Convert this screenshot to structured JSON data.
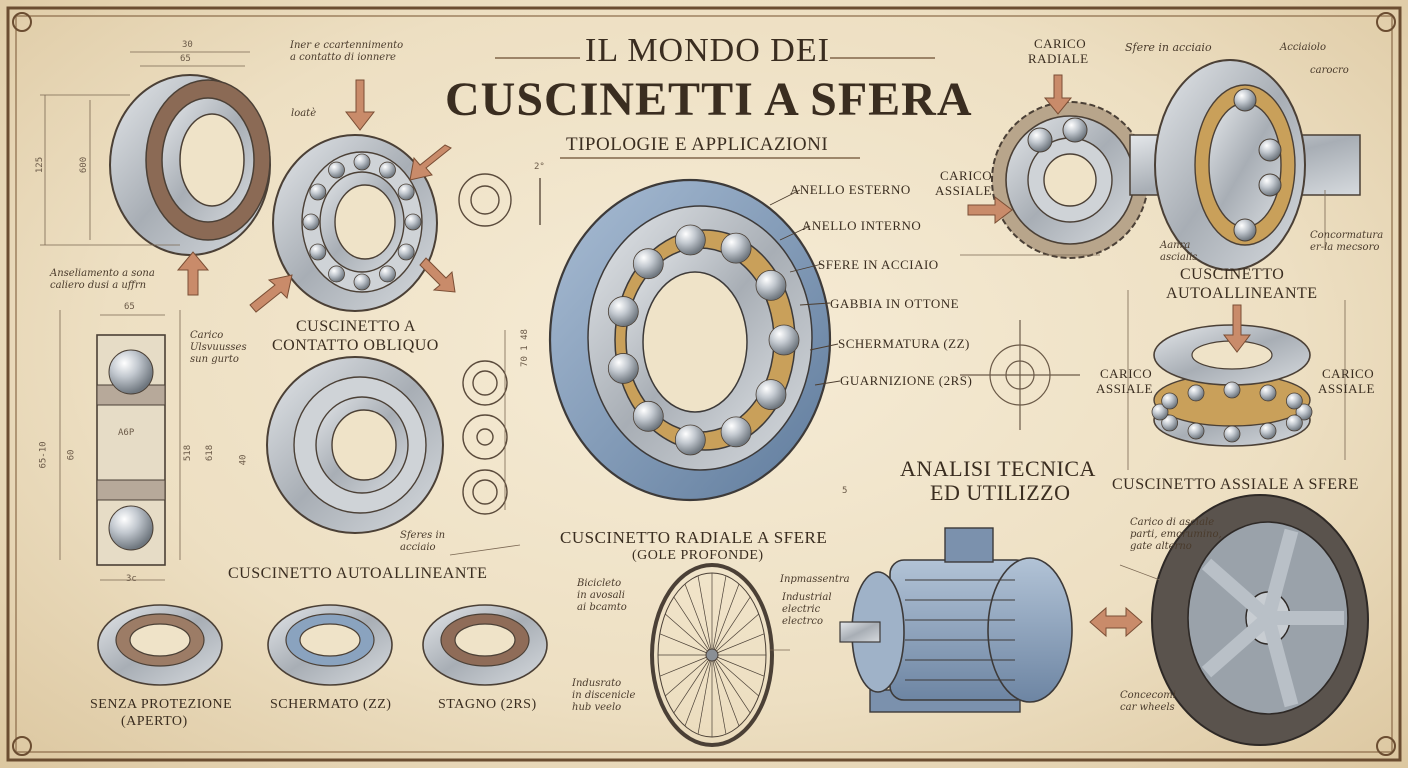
{
  "title": {
    "line1": "IL MONDO DEI",
    "line2": "CUSCINETTI A SFERA",
    "subtitle": "TIPOLOGIE E APPLICAZIONI"
  },
  "center_diagram": {
    "labels": [
      "ANELLO ESTERNO",
      "ANELLO INTERNO",
      "SFERE IN ACCIAIO",
      "GABBIA IN OTTONE",
      "SCHERMATURA (ZZ)",
      "GUARNIZIONE (2RS)"
    ],
    "caption_line1": "CUSCINETTO RADIALE A SFERE",
    "caption_line2": "(GOLE PROFONDE)"
  },
  "section_labels": {
    "obliquo_line1": "CUSCINETTO A",
    "obliquo_line2": "CONTATTO OBLIQUO",
    "autoallineante_left": "CUSCINETTO AUTOALLINEANTE",
    "autoallineante_right_line1": "CUSCINETTO",
    "autoallineante_right_line2": "AUTOALLINEANTE",
    "assiale": "CUSCINETTO ASSIALE A SFERE",
    "analisi_line1": "ANALISI TECNICA",
    "analisi_line2": "ED UTILIZZO",
    "carico_radiale_line1": "CARICO",
    "carico_radiale_line2": "RADIALE",
    "carico_assiale_line1": "CARICO",
    "carico_assiale_line2": "ASSIALE"
  },
  "bottom_types": [
    {
      "line1": "SENZA PROTEZIONE",
      "line2": "(APERTO)"
    },
    {
      "line1": "SCHERMATO (ZZ)",
      "line2": ""
    },
    {
      "line1": "STAGNO (2RS)",
      "line2": ""
    }
  ],
  "handwritten": {
    "top_note": "Iner e ccartennimento\na contatto di ionnere",
    "loate": "loatè",
    "left_note": "Anseliamento a sona\ncaliero dusi a uffrn",
    "carico_note": "Carico\nUlsvuusses\nsun gurto",
    "sferes_note": "Sferes in\nacciaio",
    "sfere_top": "Sfere in acciaio",
    "acciaiolo": "Acciaiolo",
    "carocro": "carocro",
    "anna": "Aanra\nascialis",
    "concentr": "Concormatura\ner-la mecsoro",
    "bicicletta": "Bicicleto\nin avosali\nai bcamto",
    "indusrato": "Indusrato\nin discenicle\nhub veelo",
    "inpass": "Inpmassentra",
    "industrial": "Industrial\nelectric\nelectrco",
    "carico_asciale": "Carico di asciale\nparti, emorumino,\ngate alterno",
    "concecomi": "Concecomi\ncar wheels"
  },
  "dimensions": {
    "d30": "30",
    "d65top": "65",
    "d125": "125",
    "d600": "600",
    "d65mid": "65",
    "d652": "65-10",
    "d60": "60",
    "dAbp": "A6P",
    "d518": "518",
    "d618": "618",
    "d3c": "3c",
    "d40": "40",
    "d70": "70 1 48",
    "d2": "2°",
    "d5": "5"
  },
  "colors": {
    "ink": "#3a2d20",
    "steel": "#b8bec4",
    "blue_shield": "#7e97b4",
    "brass": "#c9a05a",
    "arrow": "#c98b6a",
    "motor": "#8fa4bd"
  }
}
